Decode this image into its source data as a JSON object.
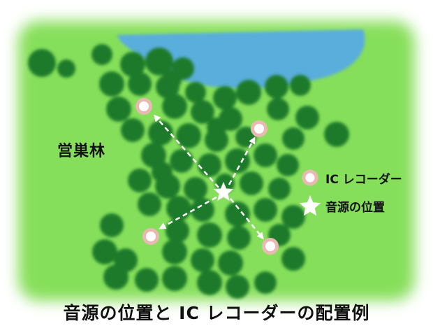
{
  "forest_label": "営巣林",
  "legend": {
    "recorder_label": "IC レコーダー",
    "source_label": "音源の位置"
  },
  "caption": "音源の位置と IC レコーダーの配置例",
  "colors": {
    "grass": "#86df5a",
    "water": "#5aaedc",
    "tree": "#1f7a2c",
    "tree_light": "#2f8f3a",
    "recorder_ring": "#e8b9b0",
    "arrow": "#ffffff"
  },
  "icons": {
    "recorder": "ring-icon",
    "source": "star-icon"
  }
}
